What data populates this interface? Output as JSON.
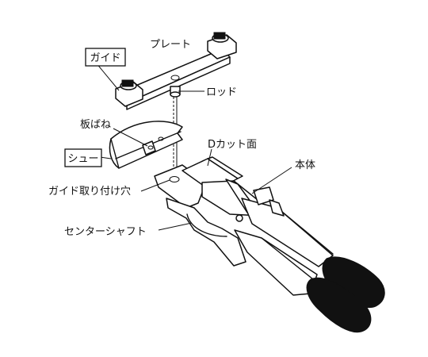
{
  "labels": {
    "plate": "プレート",
    "guide": "ガイド",
    "rod": "ロッド",
    "leaf_spring": "板ばね",
    "d_cut_face": "Dカット面",
    "shoe": "シュー",
    "body": "本体",
    "guide_mounting_hole": "ガイド取り付け穴",
    "center_shaft": "センターシャフト"
  }
}
